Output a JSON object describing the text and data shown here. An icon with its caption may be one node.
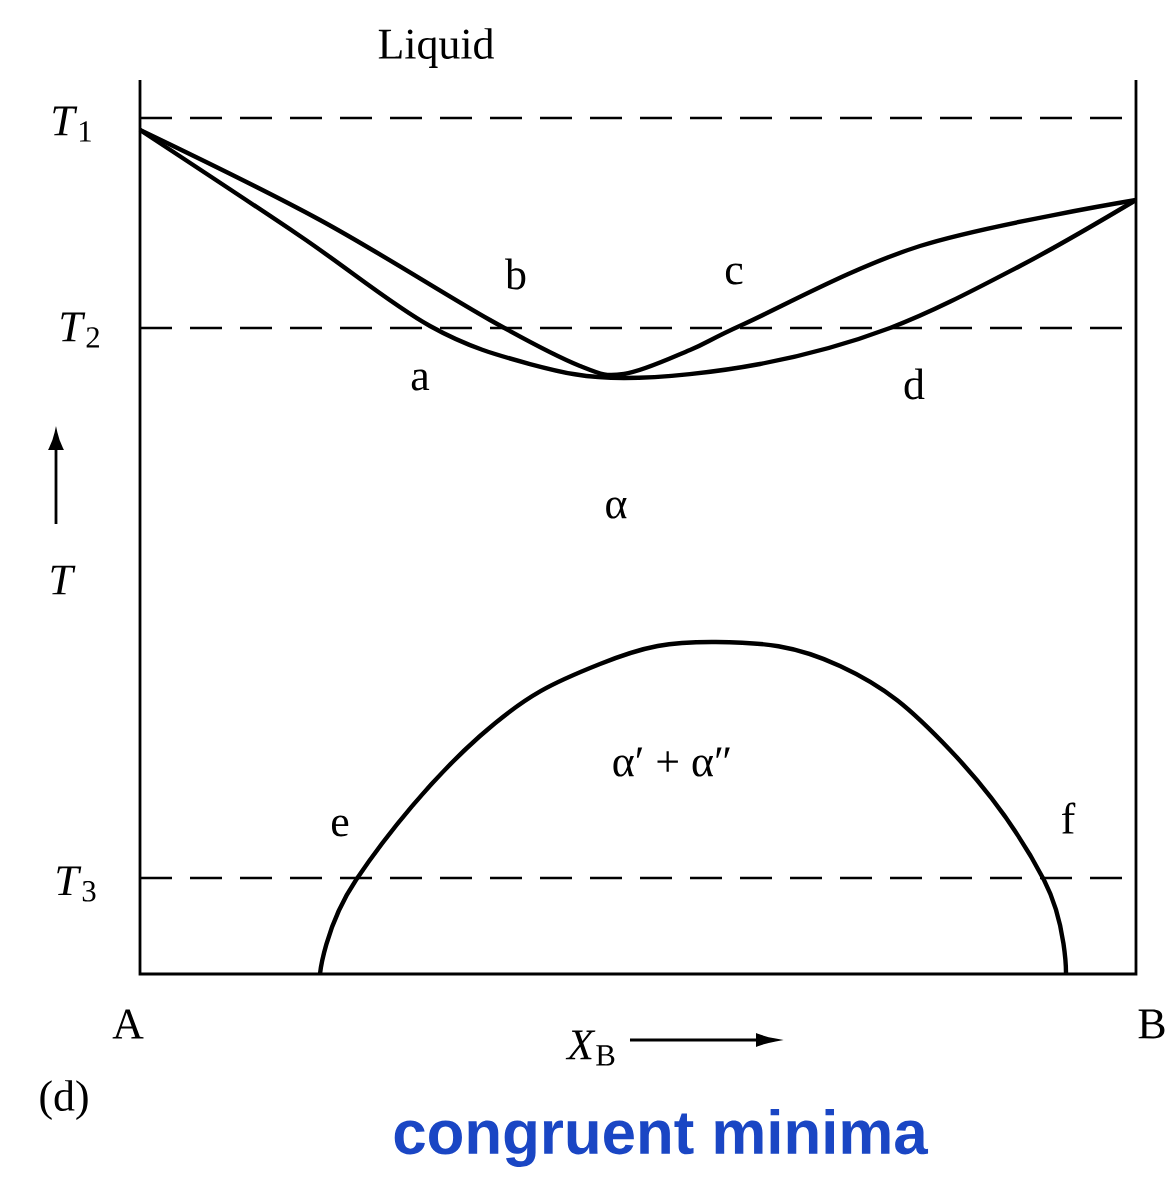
{
  "diagram": {
    "caption": "congruent minima",
    "labels": [
      "Liquid",
      "*T*$_{1}$",
      "b",
      "c",
      "*T*$_{2}$",
      "a",
      "d",
      "*T*",
      "α",
      "α′ + α″",
      "e",
      "f",
      "*T*$_{3}$",
      "A",
      "B",
      "*X*$_{B}$",
      "(d)"
    ]
  }
}
